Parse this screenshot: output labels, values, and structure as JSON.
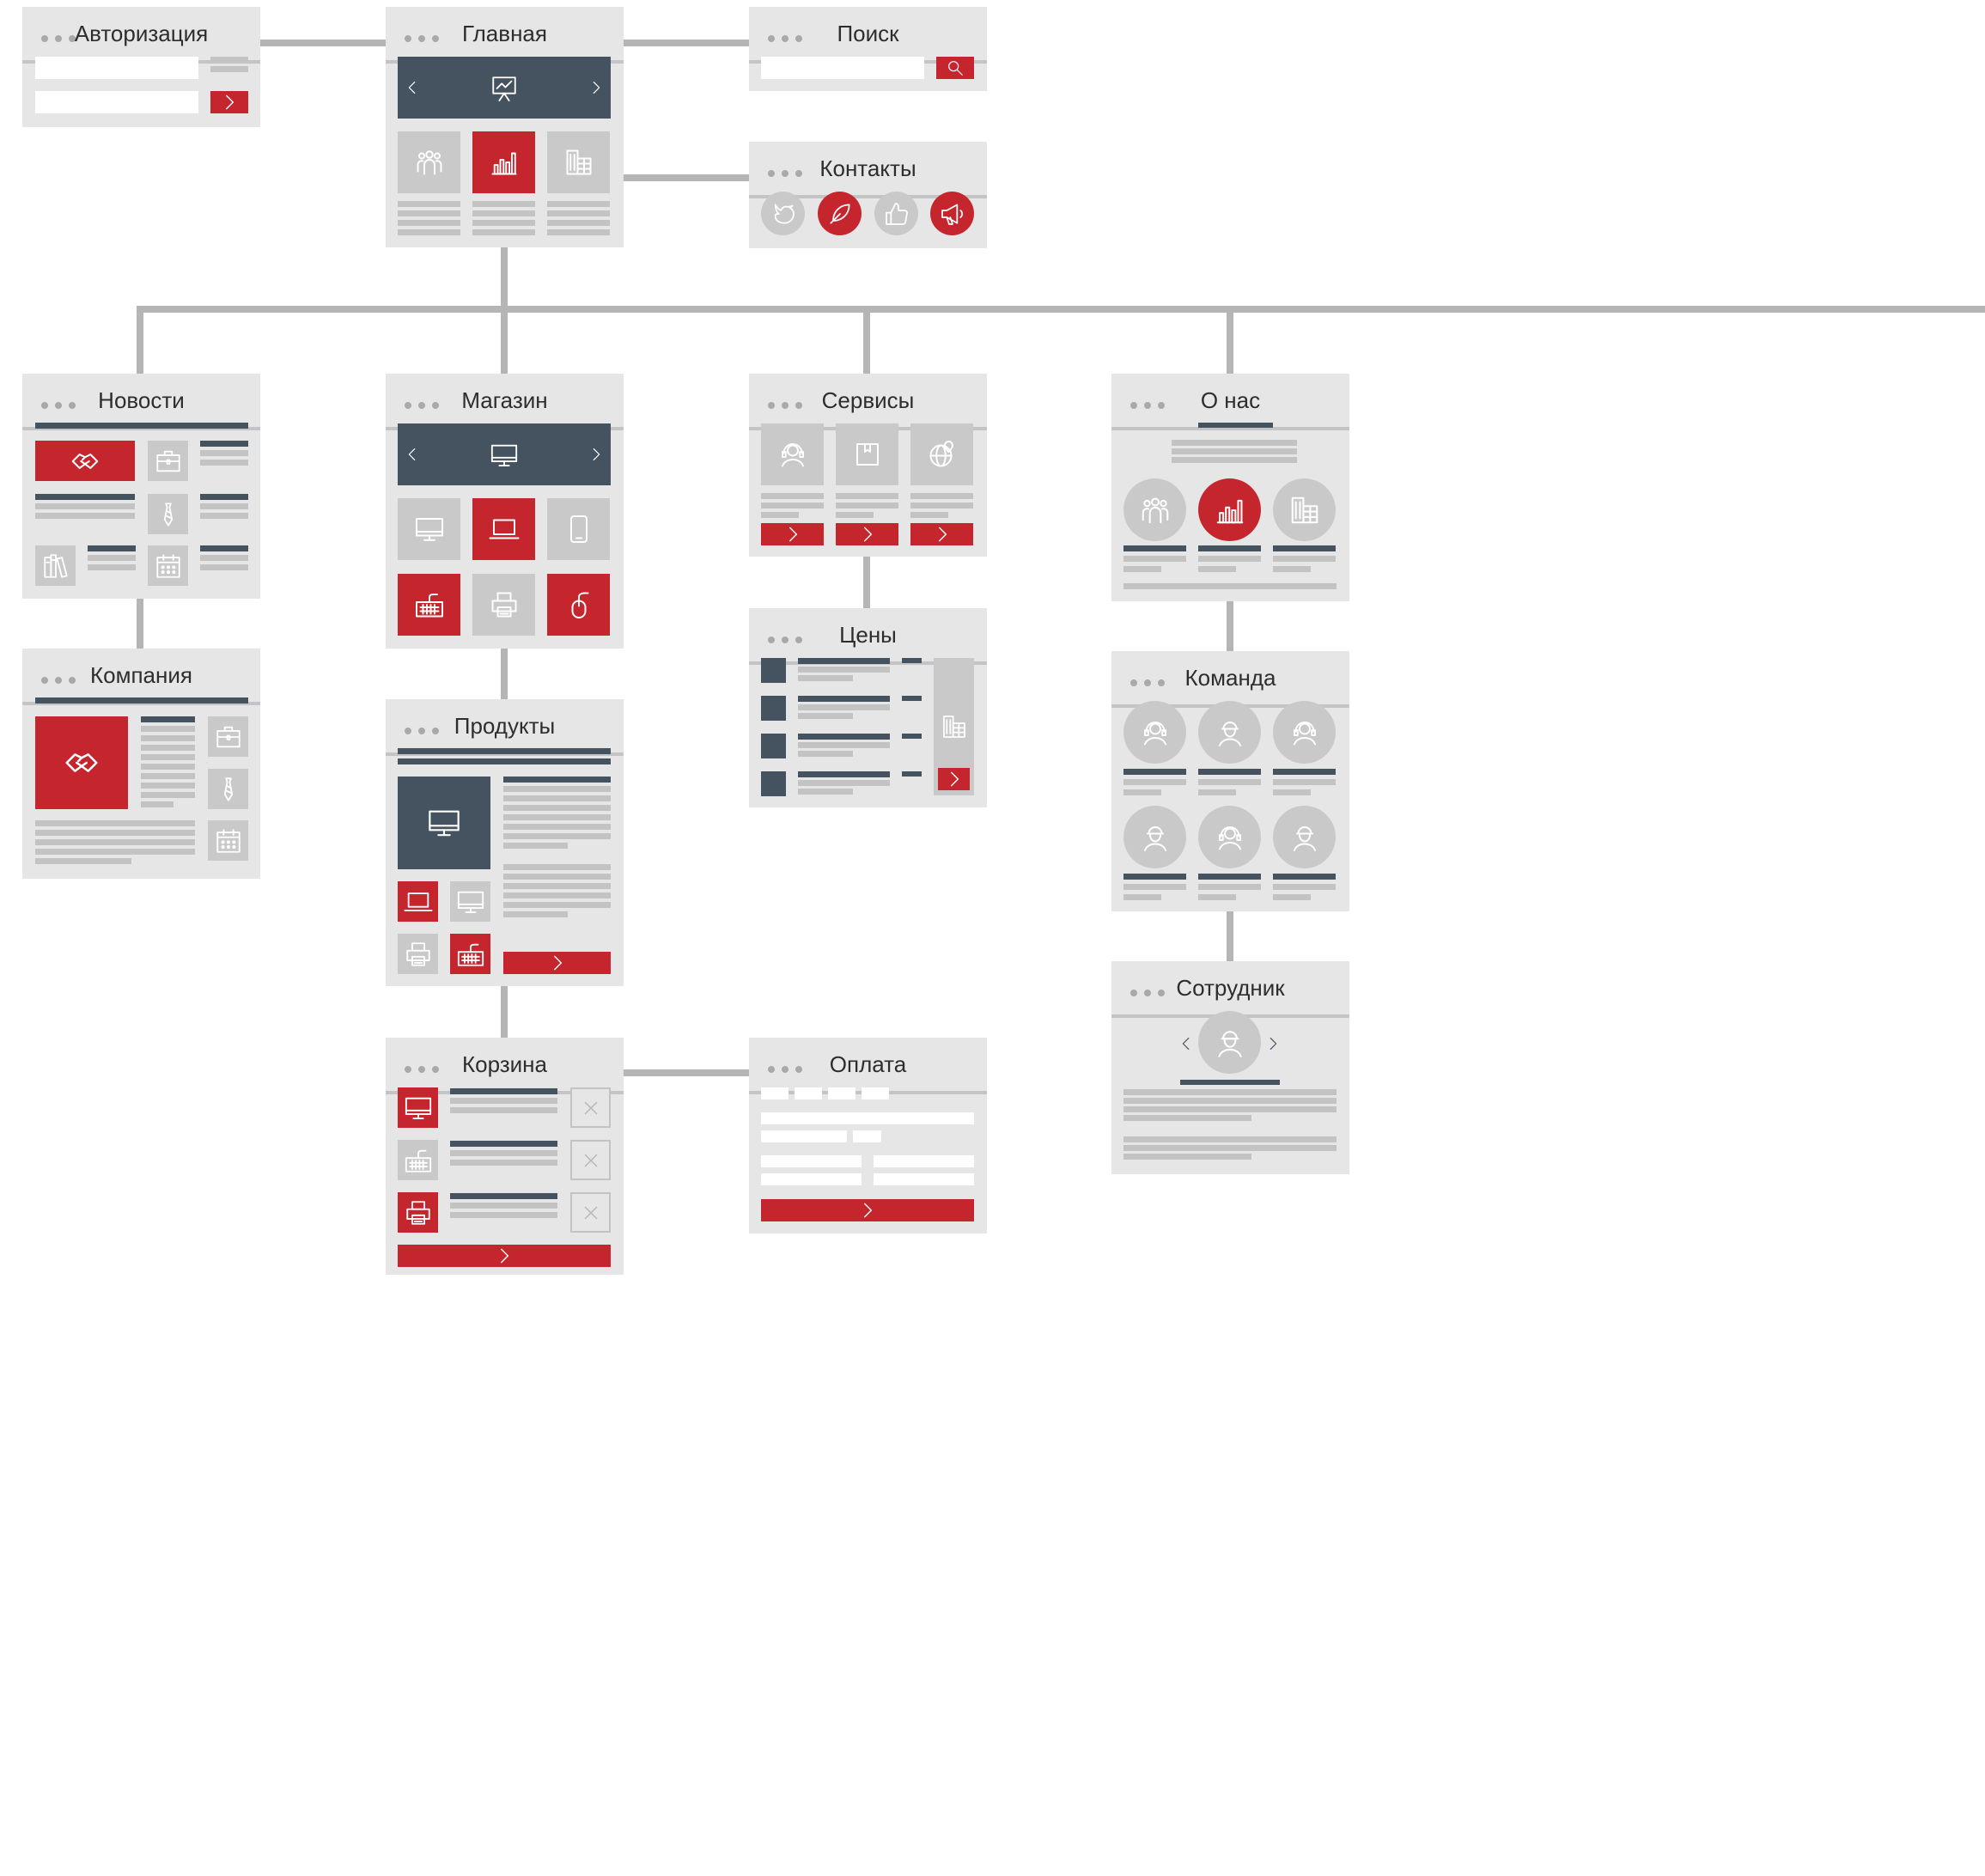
{
  "colors": {
    "accent": "#c5262e",
    "dark": "#45525f",
    "panel": "#e6e6e7",
    "tile": "#c9c9ca",
    "line": "#c3c3c4",
    "connector": "#b5b5b5"
  },
  "windows": {
    "auth": {
      "title": "Авторизация"
    },
    "main": {
      "title": "Главная"
    },
    "search": {
      "title": "Поиск"
    },
    "contacts": {
      "title": "Контакты"
    },
    "news": {
      "title": "Новости"
    },
    "shop": {
      "title": "Магазин"
    },
    "services": {
      "title": "Сервисы"
    },
    "about": {
      "title": "О нас"
    },
    "company": {
      "title": "Компания"
    },
    "products": {
      "title": "Продукты"
    },
    "prices": {
      "title": "Цены"
    },
    "team": {
      "title": "Команда"
    },
    "employee": {
      "title": "Сотрудник"
    },
    "cart": {
      "title": "Корзина"
    },
    "payment": {
      "title": "Оплата"
    }
  },
  "icons": [
    "chevron-right-icon",
    "chevron-left-icon",
    "presentation-icon",
    "people-icon",
    "bar-chart-icon",
    "buildings-icon",
    "search-icon",
    "bird-icon",
    "feather-icon",
    "thumbs-up-icon",
    "megaphone-icon",
    "handshake-icon",
    "briefcase-icon",
    "tie-icon",
    "books-icon",
    "calendar-icon",
    "monitor-icon",
    "laptop-icon",
    "tablet-icon",
    "keyboard-icon",
    "printer-icon",
    "mouse-icon",
    "headset-icon",
    "box-icon",
    "globe-pin-icon",
    "worker-icon",
    "close-icon"
  ]
}
